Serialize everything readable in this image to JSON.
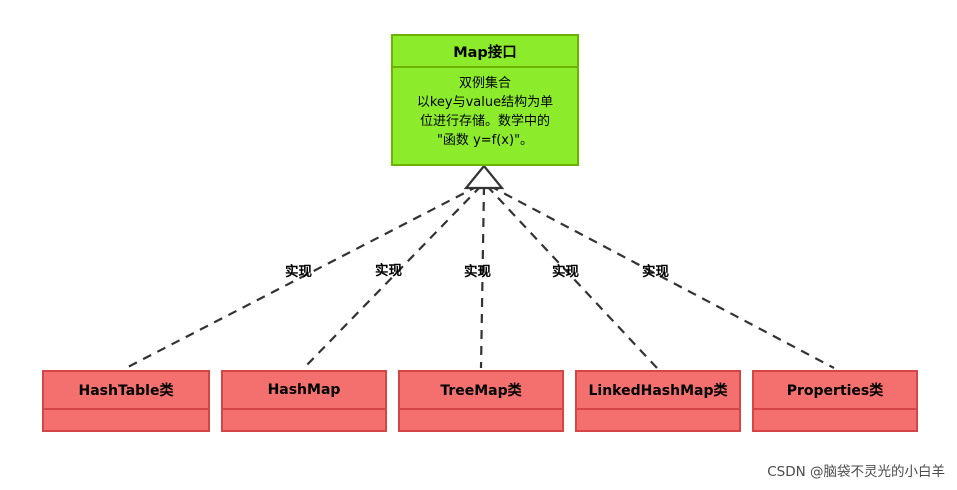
{
  "diagram": {
    "type": "uml-class-diagram",
    "root": {
      "title": "Map接口",
      "body_lines": [
        "双例集合",
        "以key与value结构为单",
        "位进行存储。数学中的",
        "\"函数 y=f(x)\"。"
      ],
      "fill_color": "#8cec2b",
      "border_color": "#6cb400"
    },
    "relation_label": "实现",
    "relations": [
      {
        "label": "实现",
        "from": "Map接口",
        "to": "HashTable类",
        "style": "dashed-hollow-arrow"
      },
      {
        "label": "实现",
        "from": "Map接口",
        "to": "HashMap",
        "style": "dashed-hollow-arrow"
      },
      {
        "label": "实现",
        "from": "Map接口",
        "to": "TreeMap类",
        "style": "dashed-hollow-arrow"
      },
      {
        "label": "实现",
        "from": "Map接口",
        "to": "LinkedHashMap类",
        "style": "dashed-hollow-arrow"
      },
      {
        "label": "实现",
        "from": "Map接口",
        "to": "Properties类",
        "style": "dashed-hollow-arrow"
      }
    ],
    "leaves": [
      {
        "title": "HashTable类",
        "fill_color": "#f4706e",
        "border_color": "#d64545"
      },
      {
        "title": "HashMap",
        "fill_color": "#f4706e",
        "border_color": "#d64545"
      },
      {
        "title": "TreeMap类",
        "fill_color": "#f4706e",
        "border_color": "#d64545"
      },
      {
        "title": "LinkedHashMap类",
        "fill_color": "#f4706e",
        "border_color": "#d64545"
      },
      {
        "title": "Properties类",
        "fill_color": "#f4706e",
        "border_color": "#d64545"
      }
    ]
  },
  "watermark": "CSDN @脑袋不灵光的小白羊"
}
